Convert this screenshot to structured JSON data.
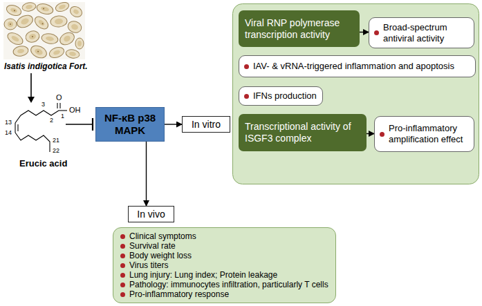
{
  "diagram": {
    "nodes": [
      {
        "text": [
          "NF-κB p38 MAPK"
        ]
      },
      {
        "text": [
          "In vitro"
        ]
      },
      {
        "text": []
      },
      {
        "text": [
          "Viral RNP polymerase transcription activity"
        ],
        "in": 2
      },
      {
        "text": [
          "Broad-spectrum antiviral activity"
        ],
        "in": 2
      },
      {
        "text": [
          "IAV- & vRNA-triggered inflammation and apoptosis"
        ],
        "in": 2
      },
      {
        "text": [
          "IFNs production"
        ],
        "in": 2
      },
      {
        "text": [
          "Transcriptional activity of ISGF3 complex"
        ],
        "in": 2
      },
      {
        "text": [
          "Pro-inflammatory amplification effect"
        ],
        "in": 2
      },
      {
        "text": [
          "In vivo"
        ]
      },
      {
        "text": [
          "Clinical symptoms",
          "Survival rate",
          "Body weight loss",
          "Virus titers",
          "Lung injury: Lung index; Protein leakage",
          "Pathology: immunocytes infiltration, particularly T cells",
          "Pro-inflammatory response"
        ]
      }
    ],
    "edges": [
      {
        "from": 0,
        "to": 1,
        "arrow": "to"
      },
      {
        "from": 0,
        "to": 9,
        "arrow": "to"
      },
      {
        "from": 3,
        "to": 4,
        "arrow": "to"
      },
      {
        "from": 7,
        "to": 8,
        "arrow": "to"
      }
    ],
    "labels": [
      "Isatis indigotica Fort.",
      "O",
      "OH",
      "3",
      "2",
      "1",
      "13",
      "14",
      "21",
      "22",
      "Erucic acid"
    ]
  }
}
